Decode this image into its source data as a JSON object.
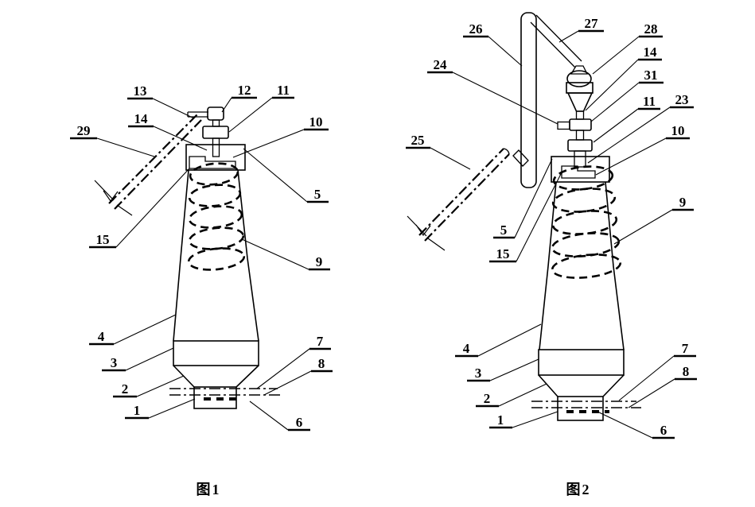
{
  "colors": {
    "ink": "#000000",
    "background": "#ffffff"
  },
  "figure1": {
    "caption": "图1",
    "labels": [
      {
        "text": "13"
      },
      {
        "text": "12"
      },
      {
        "text": "11"
      },
      {
        "text": "14"
      },
      {
        "text": "29"
      },
      {
        "text": "10"
      },
      {
        "text": "5"
      },
      {
        "text": "15"
      },
      {
        "text": "9"
      },
      {
        "text": "4"
      },
      {
        "text": "3"
      },
      {
        "text": "2"
      },
      {
        "text": "1"
      },
      {
        "text": "7"
      },
      {
        "text": "8"
      },
      {
        "text": "6"
      }
    ]
  },
  "figure2": {
    "caption": "图2",
    "labels": [
      {
        "text": "26"
      },
      {
        "text": "27"
      },
      {
        "text": "28"
      },
      {
        "text": "14"
      },
      {
        "text": "24"
      },
      {
        "text": "31"
      },
      {
        "text": "11"
      },
      {
        "text": "23"
      },
      {
        "text": "10"
      },
      {
        "text": "25"
      },
      {
        "text": "5"
      },
      {
        "text": "15"
      },
      {
        "text": "9"
      },
      {
        "text": "4"
      },
      {
        "text": "3"
      },
      {
        "text": "2"
      },
      {
        "text": "1"
      },
      {
        "text": "7"
      },
      {
        "text": "8"
      },
      {
        "text": "6"
      }
    ]
  }
}
